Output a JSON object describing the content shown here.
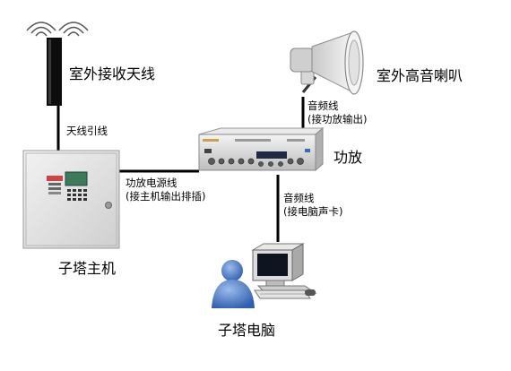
{
  "labels": {
    "antenna": "室外接收天线",
    "antenna_cable": "天线引线",
    "host": "子塔主机",
    "power_cable_line1": "功放电源线",
    "power_cable_line2": "(接主机输出排插)",
    "amplifier": "功放",
    "speaker": "室外高音喇叭",
    "audio_top_line1": "音频线",
    "audio_top_line2": "(接功放输出)",
    "audio_bottom_line1": "音频线",
    "audio_bottom_line2": "(接电脑声卡)",
    "computer": "子塔电脑"
  },
  "icons": {
    "antenna": "antenna-icon",
    "host": "control-box-icon",
    "amplifier": "amplifier-icon",
    "speaker": "horn-speaker-icon",
    "computer": "desktop-computer-icon",
    "user": "user-icon"
  },
  "colors": {
    "line": "#000000",
    "box_body": "#e3e3e3",
    "amp_body": "#dcdcdc",
    "user_blue": "#4a78c4"
  }
}
